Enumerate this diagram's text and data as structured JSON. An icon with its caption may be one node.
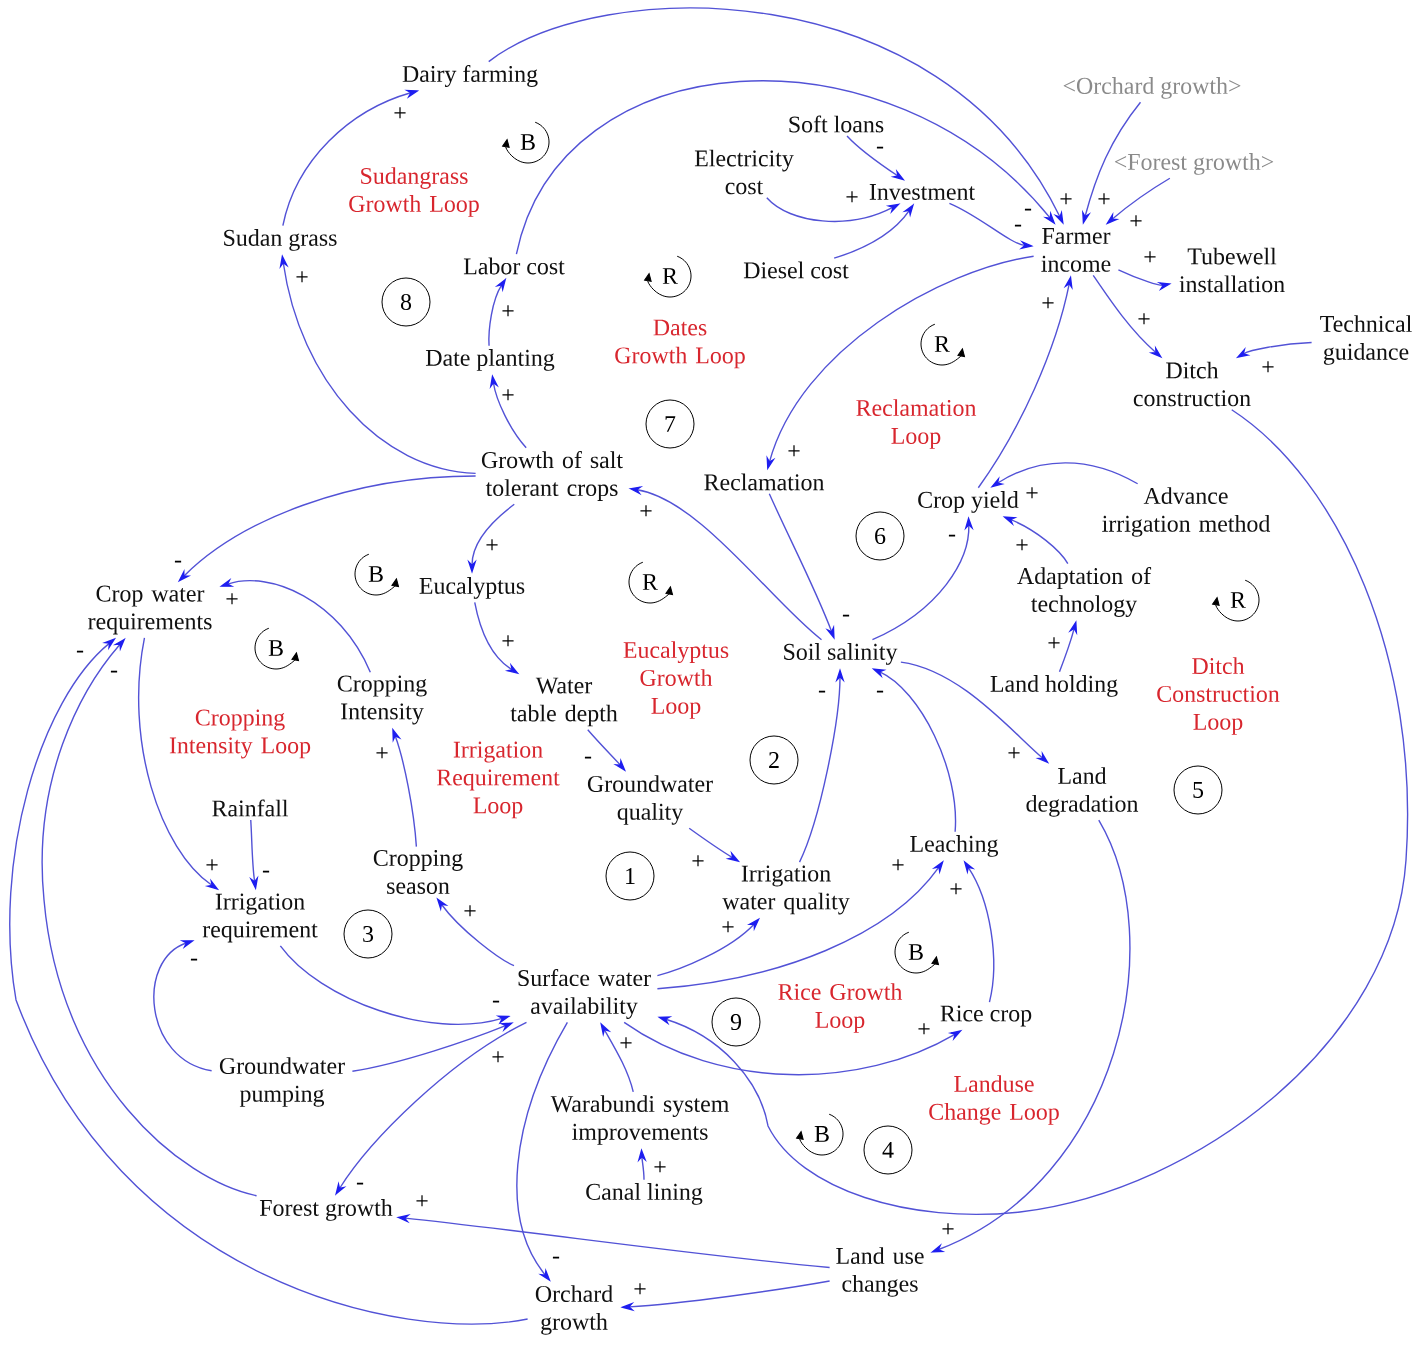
{
  "diagram": {
    "nodes": [
      {
        "text": [
          "Dairy farming"
        ]
      },
      {
        "text": [
          "Soft loans"
        ]
      },
      {
        "text": [
          "Electricity cost"
        ]
      },
      {
        "text": [
          "Investment"
        ]
      },
      {
        "text": [
          "Diesel cost"
        ]
      },
      {
        "text": [
          "<Orchard growth>"
        ]
      },
      {
        "text": [
          "<Forest growth>"
        ]
      },
      {
        "text": [
          "Farmer income"
        ]
      },
      {
        "text": [
          "Tubewell installation"
        ]
      },
      {
        "text": [
          "Technical guidance"
        ]
      },
      {
        "text": [
          "Ditch construction"
        ]
      },
      {
        "text": [
          "Sudan grass"
        ]
      },
      {
        "text": [
          "Labor cost"
        ]
      },
      {
        "text": [
          "Date planting"
        ]
      },
      {
        "text": [
          "Growth of salt tolerant crops"
        ]
      },
      {
        "text": [
          "Reclamation"
        ]
      },
      {
        "text": [
          "Crop yield"
        ]
      },
      {
        "text": [
          "Advance irrigation method"
        ]
      },
      {
        "text": [
          "Crop water requirements"
        ]
      },
      {
        "text": [
          "Eucalyptus"
        ]
      },
      {
        "text": [
          "Adaptation of technology"
        ]
      },
      {
        "text": [
          "Soil salinity"
        ]
      },
      {
        "text": [
          "Cropping Intensity"
        ]
      },
      {
        "text": [
          "Water table depth"
        ]
      },
      {
        "text": [
          "Land holding"
        ]
      },
      {
        "text": [
          "Groundwater quality"
        ]
      },
      {
        "text": [
          "Land degradation"
        ]
      },
      {
        "text": [
          "Rainfall"
        ]
      },
      {
        "text": [
          "Leaching"
        ]
      },
      {
        "text": [
          "Irrigation requirement"
        ]
      },
      {
        "text": [
          "Cropping season"
        ]
      },
      {
        "text": [
          "Irrigation water quality"
        ]
      },
      {
        "text": [
          "Surface water availability"
        ]
      },
      {
        "text": [
          "Groundwater pumping"
        ]
      },
      {
        "text": [
          "Rice crop"
        ]
      },
      {
        "text": [
          "Warabundi system improvements"
        ]
      },
      {
        "text": [
          "Canal lining"
        ]
      },
      {
        "text": [
          "Forest growth"
        ]
      },
      {
        "text": [
          "Land use changes"
        ]
      },
      {
        "text": [
          "Orchard growth"
        ]
      }
    ],
    "edges": [
      {
        "from": 11,
        "to": 0,
        "arrow": "to",
        "label": "+"
      },
      {
        "from": 0,
        "to": 7,
        "arrow": "to",
        "label": "+"
      },
      {
        "from": 12,
        "to": 7,
        "arrow": "to",
        "label": "-"
      },
      {
        "from": 5,
        "to": 7,
        "arrow": "to",
        "label": "+"
      },
      {
        "from": 6,
        "to": 7,
        "arrow": "to",
        "label": "+"
      },
      {
        "from": 1,
        "to": 3,
        "arrow": "to",
        "label": "-"
      },
      {
        "from": 2,
        "to": 3,
        "arrow": "to",
        "label": "+"
      },
      {
        "from": 4,
        "to": 3,
        "arrow": "to"
      },
      {
        "from": 3,
        "to": 7,
        "arrow": "to",
        "label": "-"
      },
      {
        "from": 7,
        "to": 8,
        "arrow": "to",
        "label": "+"
      },
      {
        "from": 7,
        "to": 10,
        "arrow": "to",
        "label": "+"
      },
      {
        "from": 9,
        "to": 10,
        "arrow": "to",
        "label": "+"
      },
      {
        "from": 7,
        "to": 15,
        "arrow": "to",
        "label": "+"
      },
      {
        "from": 16,
        "to": 7,
        "arrow": "to",
        "label": "+"
      },
      {
        "from": 17,
        "to": 16,
        "arrow": "to",
        "label": "+"
      },
      {
        "from": 20,
        "to": 16,
        "arrow": "to",
        "label": "+"
      },
      {
        "from": 24,
        "to": 20,
        "arrow": "to",
        "label": "+"
      },
      {
        "from": 21,
        "to": 16,
        "arrow": "to",
        "label": "-"
      },
      {
        "from": 15,
        "to": 21,
        "arrow": "to",
        "label": "-"
      },
      {
        "from": 21,
        "to": 14,
        "arrow": "to",
        "label": "+"
      },
      {
        "from": 14,
        "to": 11,
        "arrow": "to",
        "label": "+"
      },
      {
        "from": 14,
        "to": 13,
        "arrow": "to",
        "label": "+"
      },
      {
        "from": 13,
        "to": 12,
        "arrow": "to",
        "label": "+"
      },
      {
        "from": 14,
        "to": 18,
        "arrow": "to",
        "label": "-"
      },
      {
        "from": 14,
        "to": 19,
        "arrow": "to",
        "label": "+"
      },
      {
        "from": 19,
        "to": 23,
        "arrow": "to",
        "label": "+"
      },
      {
        "from": 23,
        "to": 25,
        "arrow": "to",
        "label": "-"
      },
      {
        "from": 25,
        "to": 31,
        "arrow": "to",
        "label": "+"
      },
      {
        "from": 31,
        "to": 21,
        "arrow": "to",
        "label": "-"
      },
      {
        "from": 28,
        "to": 21,
        "arrow": "to",
        "label": "-"
      },
      {
        "from": 21,
        "to": 26,
        "arrow": "to",
        "label": "+"
      },
      {
        "from": 26,
        "to": 38,
        "arrow": "to",
        "label": "+"
      },
      {
        "from": 10,
        "to": 32,
        "arrow": "to"
      },
      {
        "from": 22,
        "to": 18,
        "arrow": "to",
        "label": "+"
      },
      {
        "from": 30,
        "to": 22,
        "arrow": "to",
        "label": "+"
      },
      {
        "from": 32,
        "to": 30,
        "arrow": "to",
        "label": "+"
      },
      {
        "from": 18,
        "to": 29,
        "arrow": "to",
        "label": "+"
      },
      {
        "from": 27,
        "to": 29,
        "arrow": "to",
        "label": "-"
      },
      {
        "from": 33,
        "to": 29,
        "arrow": "to",
        "label": "-"
      },
      {
        "from": 29,
        "to": 32,
        "arrow": "to",
        "label": "-"
      },
      {
        "from": 33,
        "to": 32,
        "arrow": "to",
        "label": "+"
      },
      {
        "from": 32,
        "to": 37,
        "arrow": "to",
        "label": "-"
      },
      {
        "from": 32,
        "to": 39,
        "arrow": "to",
        "label": "-"
      },
      {
        "from": 37,
        "to": 18,
        "arrow": "to",
        "label": "-"
      },
      {
        "from": 39,
        "to": 18,
        "arrow": "to",
        "label": "-"
      },
      {
        "from": 32,
        "to": 31,
        "arrow": "to",
        "label": "+"
      },
      {
        "from": 32,
        "to": 28,
        "arrow": "to",
        "label": "+"
      },
      {
        "from": 32,
        "to": 34,
        "arrow": "to",
        "label": "+"
      },
      {
        "from": 34,
        "to": 28,
        "arrow": "to",
        "label": "+"
      },
      {
        "from": 35,
        "to": 32,
        "arrow": "to",
        "label": "+"
      },
      {
        "from": 36,
        "to": 35,
        "arrow": "to",
        "label": "+"
      },
      {
        "from": 38,
        "to": 37,
        "arrow": "to",
        "label": "+"
      },
      {
        "from": 38,
        "to": 39,
        "arrow": "to",
        "label": "+"
      }
    ],
    "labels": [
      "B",
      "Sudangrass Growth Loop",
      "R",
      "8",
      "Dates Growth Loop",
      "R",
      "7",
      "Reclamation Loop",
      "6",
      "B",
      "R",
      "R",
      "B",
      "Eucalyptus Growth Loop",
      "Ditch Construction Loop",
      "Cropping Intensity Loop",
      "Irrigation Requirement Loop",
      "2",
      "5",
      "1",
      "3",
      "B",
      "Rice Growth Loop",
      "9",
      "Landuse Change Loop",
      "B",
      "4"
    ]
  }
}
